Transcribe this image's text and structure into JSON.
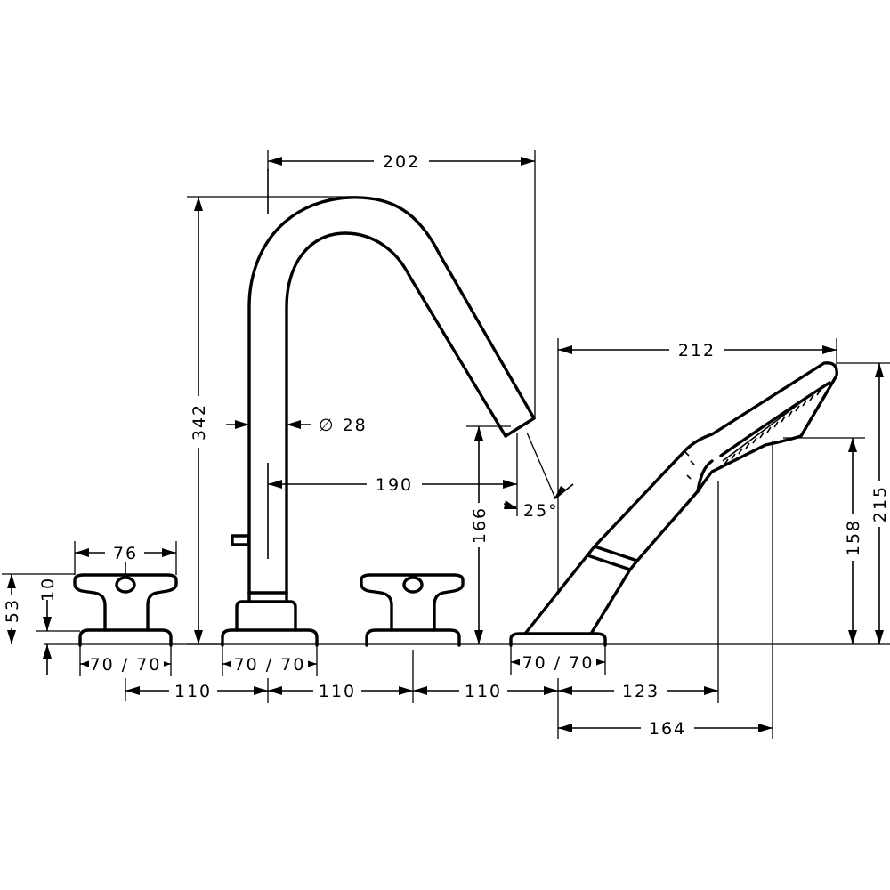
{
  "dimensions": {
    "spout_reach": "202",
    "spout_height": "342",
    "pipe_diameter": "∅ 28",
    "spout_projection": "190",
    "spout_outlet_height": "166",
    "spout_angle": "25°",
    "handle_width": "76",
    "handle_height": "53",
    "handle_clearance": "10",
    "base_left_handle": "70 / 70",
    "base_spout": "70 / 70",
    "base_shower": "70 / 70",
    "spacing_1": "110",
    "spacing_2": "110",
    "spacing_3": "110",
    "shower_reach_123": "123",
    "shower_reach_164": "164",
    "shower_length": "212",
    "shower_height_158": "158",
    "shower_height_215": "215"
  }
}
